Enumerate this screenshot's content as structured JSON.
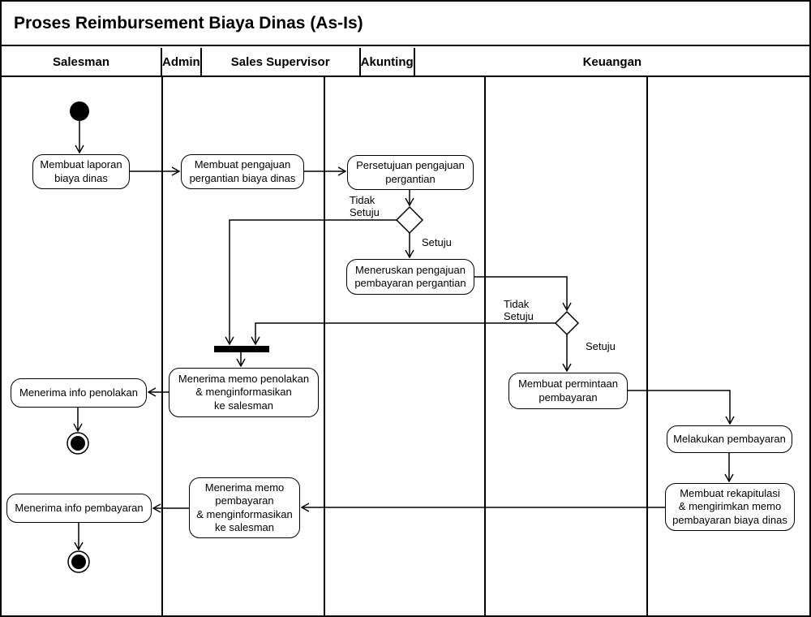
{
  "title": "Proses Reimbursement Biaya Dinas (As-Is)",
  "lanes": [
    {
      "label": "Salesman"
    },
    {
      "label": "Admin"
    },
    {
      "label": "Sales Supervisor"
    },
    {
      "label": "Akunting"
    },
    {
      "label": "Keuangan"
    }
  ],
  "nodes": {
    "membuat_laporan": {
      "label": "Membuat laporan\nbiaya dinas",
      "lane": "Salesman"
    },
    "membuat_pengajuan": {
      "label": "Membuat pengajuan\npergantian biaya dinas",
      "lane": "Admin"
    },
    "persetujuan": {
      "label": "Persetujuan pengajuan\npergantian",
      "lane": "Sales Supervisor"
    },
    "meneruskan": {
      "label": "Meneruskan pengajuan\npembayaran pergantian",
      "lane": "Sales Supervisor"
    },
    "membuat_permintaan": {
      "label": "Membuat permintaan\npembayaran",
      "lane": "Akunting"
    },
    "melakukan_pembayaran": {
      "label": "Melakukan pembayaran",
      "lane": "Keuangan"
    },
    "membuat_rekapitulasi": {
      "label": "Membuat rekapitulasi\n& mengirimkan memo\npembayaran biaya dinas",
      "lane": "Keuangan"
    },
    "menerima_memo_penolakan": {
      "label": "Menerima memo penolakan\n& menginformasikan\nke salesman",
      "lane": "Admin"
    },
    "menerima_info_penolakan": {
      "label": "Menerima info penolakan",
      "lane": "Salesman"
    },
    "menerima_memo_pembayaran": {
      "label": "Menerima memo\npembayaran\n& menginformasikan\nke salesman",
      "lane": "Admin"
    },
    "menerima_info_pembayaran": {
      "label": "Menerima info pembayaran",
      "lane": "Salesman"
    }
  },
  "edge_labels": {
    "decision1_no": "Tidak\nSetuju",
    "decision1_yes": "Setuju",
    "decision2_no": "Tidak\nSetuju",
    "decision2_yes": "Setuju"
  },
  "colors": {
    "line": "#000000",
    "node_fill": "#ffffff",
    "background": "#ffffff",
    "text": "#000000"
  }
}
